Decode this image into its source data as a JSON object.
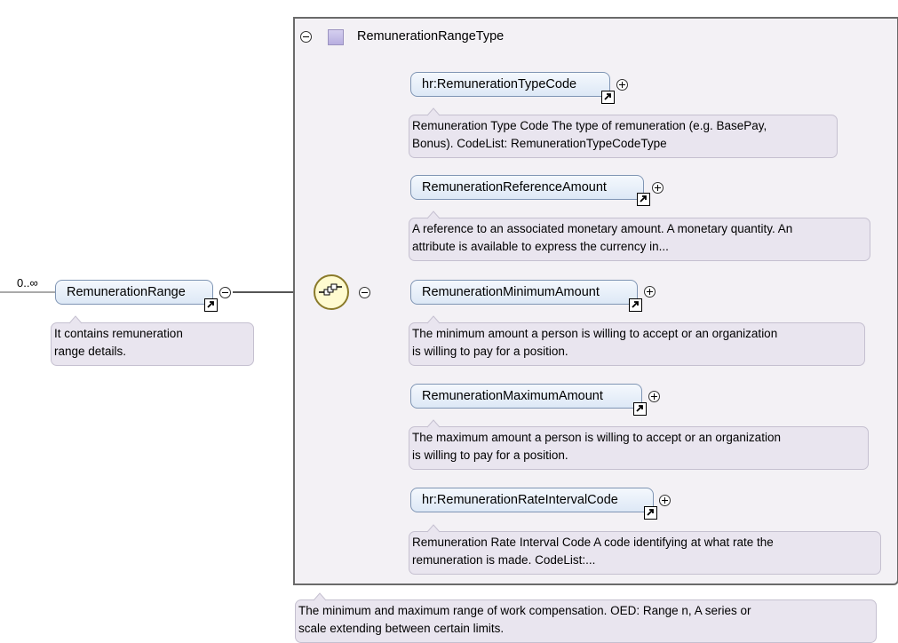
{
  "root": {
    "cardinality": "0..∞",
    "name": "RemunerationRange",
    "doc": [
      "It contains remuneration",
      "range details."
    ]
  },
  "complex_type": {
    "name": "RemunerationRangeType",
    "doc": [
      "The minimum and maximum range of work compensation. OED: Range n, A series or",
      "scale extending between certain limits."
    ]
  },
  "compositor": {
    "icon": "sequence-icon"
  },
  "children": [
    {
      "name": "hr:RemunerationTypeCode",
      "doc": [
        "Remuneration Type Code The type of remuneration (e.g. BasePay,",
        "Bonus). CodeList: RemunerationTypeCodeType"
      ]
    },
    {
      "name": "RemunerationReferenceAmount",
      "doc": [
        "A reference to an associated monetary amount. A monetary quantity. An",
        "attribute is available to express the currency in..."
      ]
    },
    {
      "name": "RemunerationMinimumAmount",
      "doc": [
        "The minimum amount a person is willing to accept or an organization",
        "is willing to pay for a position."
      ]
    },
    {
      "name": "RemunerationMaximumAmount",
      "doc": [
        "The maximum amount a person is willing to accept or an organization",
        "is willing to pay for a position."
      ]
    },
    {
      "name": "hr:RemunerationRateIntervalCode",
      "doc": [
        "Remuneration Rate Interval Code A code identifying at what rate the",
        "remuneration is made. CodeList:..."
      ]
    }
  ],
  "colors": {
    "node_border": "#7f95b4",
    "doc_bg": "#e9e5ef",
    "type_bg": "#f3f1f5",
    "compositor_bg": "#fffbd0"
  }
}
